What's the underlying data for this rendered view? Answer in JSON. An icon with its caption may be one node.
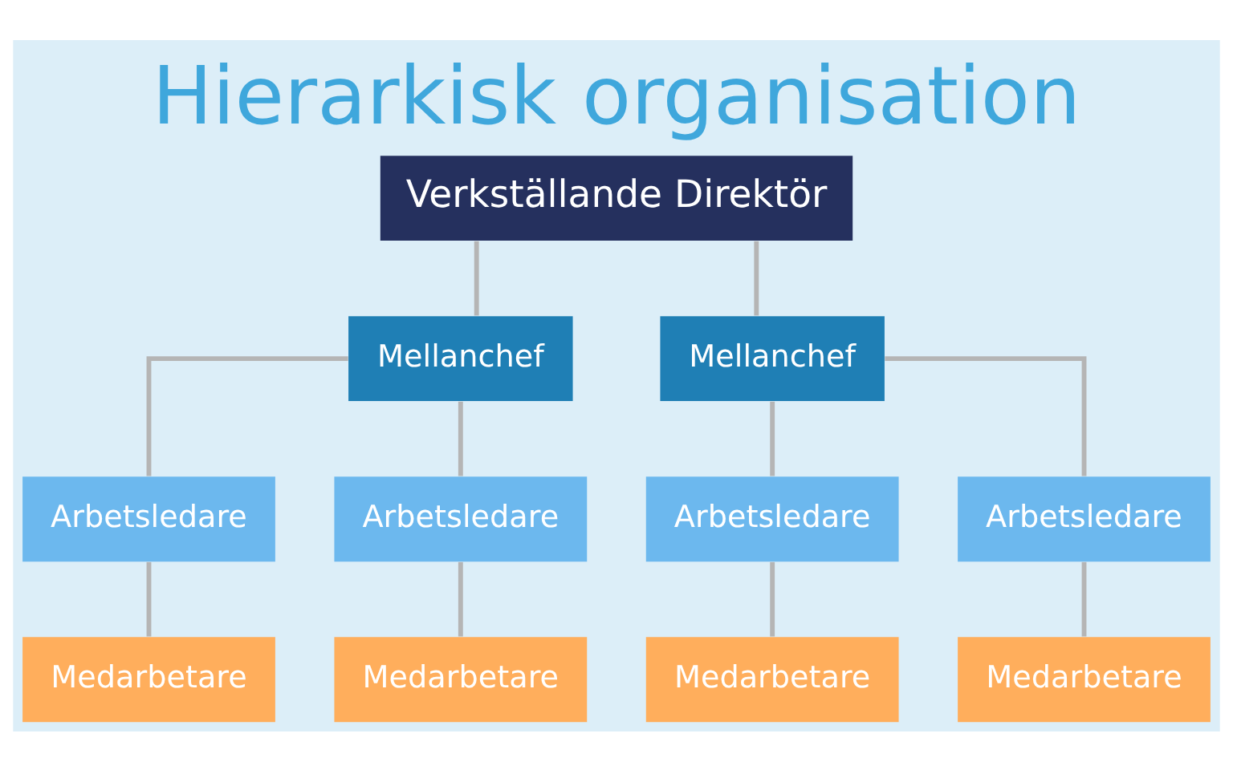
{
  "diagram": {
    "title": "Hierarkisk organisation",
    "nodes": [
      {
        "text": [
          "Verkställande Direktör"
        ]
      },
      {
        "text": [
          "Mellanchef"
        ]
      },
      {
        "text": [
          "Mellanchef"
        ]
      },
      {
        "text": [
          "Arbetsledare"
        ]
      },
      {
        "text": [
          "Arbetsledare"
        ]
      },
      {
        "text": [
          "Arbetsledare"
        ]
      },
      {
        "text": [
          "Arbetsledare"
        ]
      },
      {
        "text": [
          "Medarbetare"
        ]
      },
      {
        "text": [
          "Medarbetare"
        ]
      },
      {
        "text": [
          "Medarbetare"
        ]
      },
      {
        "text": [
          "Medarbetare"
        ]
      }
    ],
    "edges": [
      {
        "from": 0,
        "to": 1,
        "arrow": "none"
      },
      {
        "from": 0,
        "to": 2,
        "arrow": "none"
      },
      {
        "from": 1,
        "to": 3,
        "arrow": "none"
      },
      {
        "from": 1,
        "to": 4,
        "arrow": "none"
      },
      {
        "from": 2,
        "to": 5,
        "arrow": "none"
      },
      {
        "from": 2,
        "to": 6,
        "arrow": "none"
      },
      {
        "from": 3,
        "to": 7,
        "arrow": "none"
      },
      {
        "from": 4,
        "to": 8,
        "arrow": "none"
      },
      {
        "from": 5,
        "to": 9,
        "arrow": "none"
      },
      {
        "from": 6,
        "to": 10,
        "arrow": "none"
      }
    ]
  }
}
